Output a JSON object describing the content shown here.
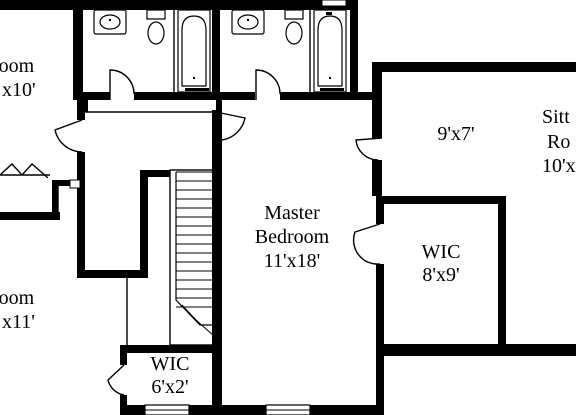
{
  "rooms": {
    "bedroom_a": {
      "name": "room",
      "size": "x10'"
    },
    "bedroom_b": {
      "name": "room",
      "size": "x11'"
    },
    "master": {
      "name_line1": "Master",
      "name_line2": "Bedroom",
      "size": "11'x18'"
    },
    "wic_small": {
      "name": "WIC",
      "size": "6'x2'"
    },
    "wic_large": {
      "name": "WIC",
      "size": "8'x9'"
    },
    "nook": {
      "size": "9'x7'"
    },
    "sitting": {
      "name_line1": "Sitt",
      "name_line2": "Ro",
      "size": "10'x"
    }
  }
}
